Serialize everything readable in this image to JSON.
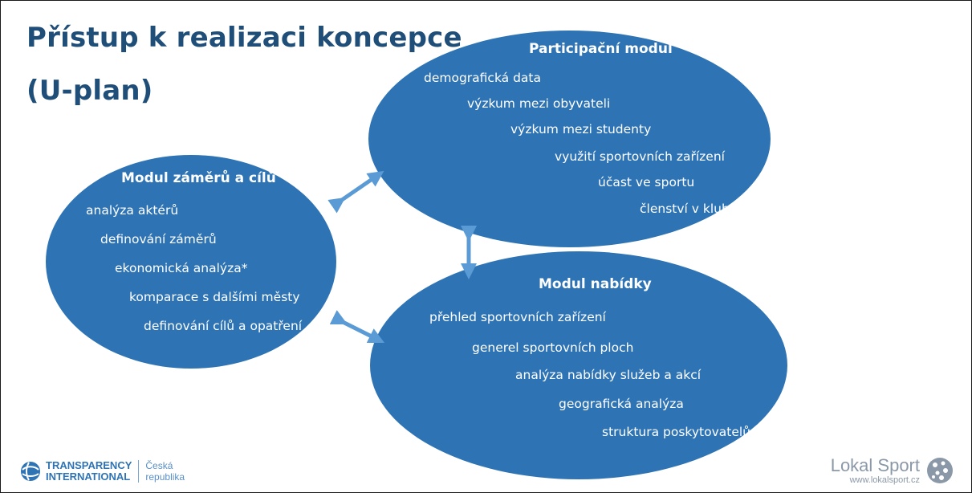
{
  "title": {
    "line1": "Přístup k realizaci koncepce",
    "line2": "(U-plan)"
  },
  "modules": {
    "goals": {
      "heading": "Modul záměrů a cílů",
      "items": [
        "analýza aktérů",
        "definování záměrů",
        "ekonomická analýza*",
        "komparace s dalšími městy",
        "definování cílů a opatření"
      ]
    },
    "participation": {
      "heading": "Participační modul",
      "items": [
        "demografická data",
        "výzkum mezi obyvateli",
        "výzkum mezi studenty",
        "využití sportovních zařízení",
        "účast ve sportu",
        "členství v klubech"
      ]
    },
    "offer": {
      "heading": "Modul nabídky",
      "items": [
        "přehled sportovních zařízení",
        "generel sportovních ploch",
        "analýza nabídky služeb a akcí",
        "geografická analýza",
        "struktura poskytovatelů"
      ]
    }
  },
  "footer": {
    "ti_line1": "TRANSPARENCY",
    "ti_line2": "INTERNATIONAL",
    "ti_country1": "Česká",
    "ti_country2": "republika",
    "lokal_name": "Lokal Sport",
    "lokal_url": "www.lokalsport.cz"
  },
  "colors": {
    "ellipse": "#2e74b5",
    "arrow": "#5b9bd5",
    "title": "#1f4e79"
  }
}
